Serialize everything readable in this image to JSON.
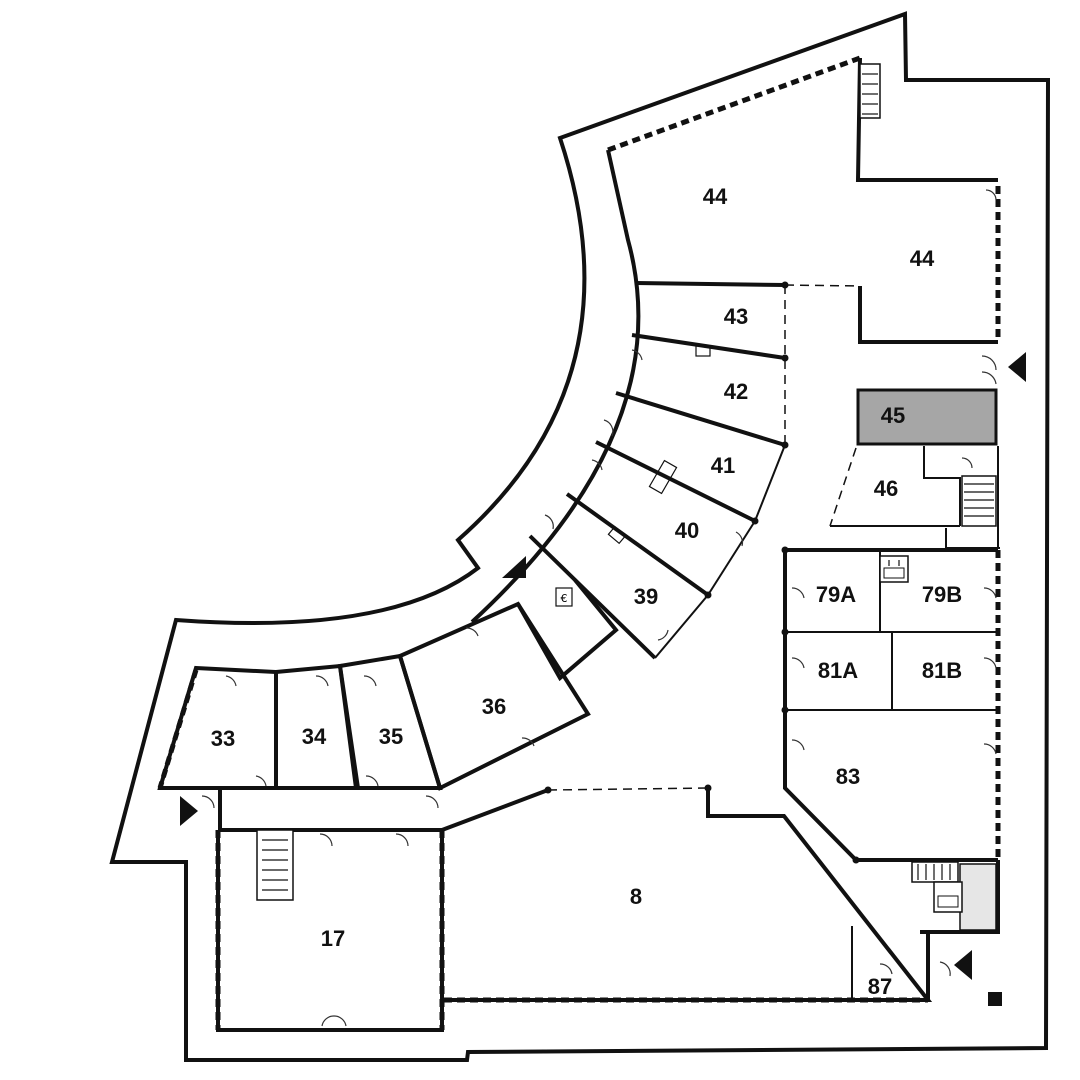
{
  "rooms": {
    "r8": "8",
    "r17": "17",
    "r33": "33",
    "r34": "34",
    "r35": "35",
    "r36": "36",
    "r39": "39",
    "r40": "40",
    "r41": "41",
    "r42": "42",
    "r43": "43",
    "r44a": "44",
    "r44b": "44",
    "r45": "45",
    "r46": "46",
    "r79a": "79A",
    "r79b": "79B",
    "r81a": "81A",
    "r81b": "81B",
    "r83": "83",
    "r87": "87"
  },
  "colors": {
    "wall": "#111111",
    "highlight_room": "#a6a6a6",
    "elevator_fill": "#e6e6e6",
    "background": "#ffffff"
  },
  "icons": {
    "entrance": "entrance-arrow-icon",
    "elevator": "elevator-icon",
    "stairs": "stairs-icon",
    "atm": "atm-euro-icon",
    "door": "door-swing-icon",
    "desk": "desk-icon"
  },
  "atm_symbol": "€"
}
